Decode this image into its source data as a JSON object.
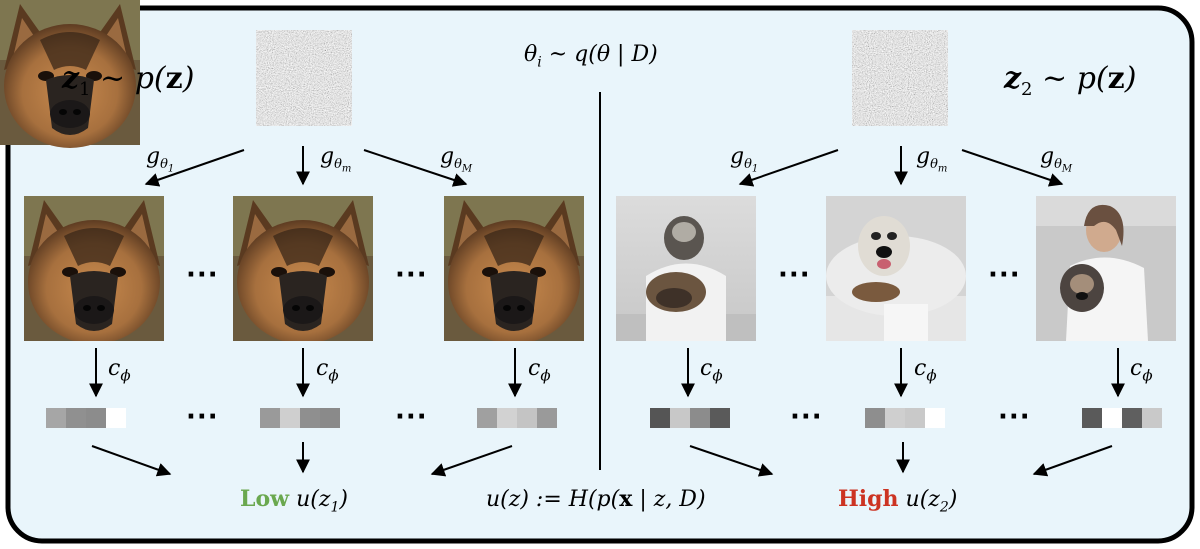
{
  "colors": {
    "panel_bg": "#e9f5fb",
    "border": "#000000",
    "low_color": "#6aa84f",
    "high_color": "#cc3322"
  },
  "left": {
    "latent": {
      "var": "z",
      "sub": "1",
      "rel": " ~ ",
      "dist": "p(",
      "arg": "z",
      "close": ")"
    },
    "arrows": [
      {
        "g": "g",
        "theta": "θ",
        "sub": "1"
      },
      {
        "g": "g",
        "theta": "θ",
        "sub": "m"
      },
      {
        "g": "g",
        "theta": "θ",
        "sub": "M"
      }
    ],
    "classifier": {
      "c": "c",
      "sub": "ϕ"
    },
    "vectors": [
      [
        "#a6a6a6",
        "#909090",
        "#8c8c8c",
        "#ffffff"
      ],
      [
        "#9a9a9a",
        "#cfcfcf",
        "#8f8f8f",
        "#8a8a8a"
      ],
      [
        "#a0a0a0",
        "#d2d2d2",
        "#c4c4c4",
        "#9a9a9a"
      ]
    ],
    "result": {
      "word": "Low",
      "func": " u(z",
      "sub": "1",
      "close": ")"
    }
  },
  "center": {
    "posterior": "θ",
    "posterior_sub": "i",
    "posterior_rest": " ~ q(θ | D)",
    "utility": "u(z) := H(p(",
    "utility_bold": "x",
    "utility_rest": " | z, D)"
  },
  "right": {
    "latent": {
      "var": "z",
      "sub": "2",
      "rel": " ~ ",
      "dist": "p(",
      "arg": "z",
      "close": ")"
    },
    "vectors": [
      [
        "#555555",
        "#c8c8c8",
        "#8c8c8c",
        "#5a5a5a"
      ],
      [
        "#8e8e8e",
        "#cfcfcf",
        "#c9c9c9",
        "#ffffff"
      ],
      [
        "#5a5a5a",
        "#ffffff",
        "#5f5f5f",
        "#c9c9c9"
      ]
    ],
    "result": {
      "word": "High",
      "func": " u(z",
      "sub": "2",
      "close": ")"
    }
  },
  "ellipsis": "···"
}
